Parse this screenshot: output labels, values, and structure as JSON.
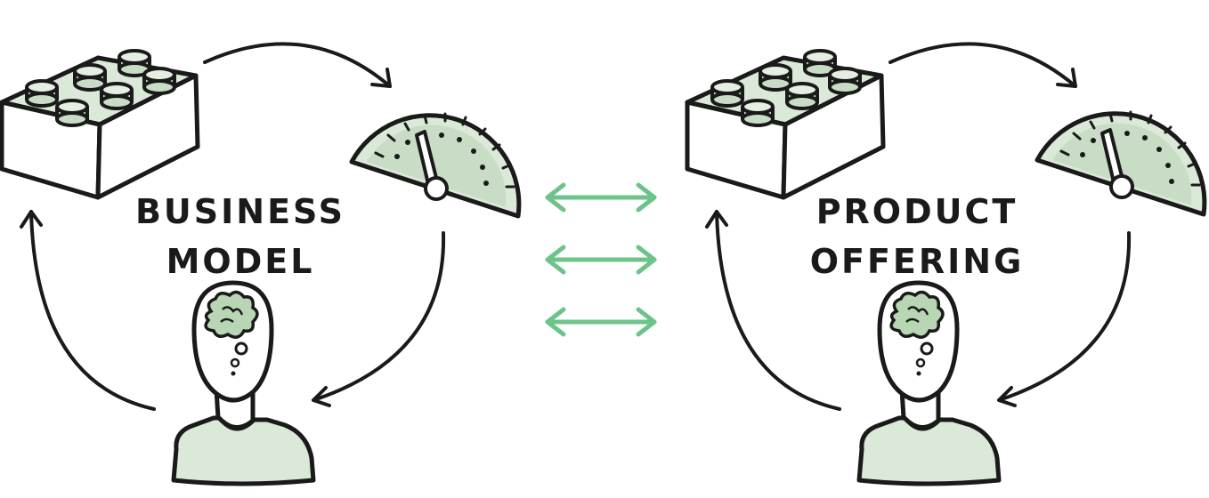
{
  "diagram": {
    "left_cycle": {
      "title_line1": "BUSINESS",
      "title_line2": "MODEL"
    },
    "right_cycle": {
      "title_line1": "PRODUCT",
      "title_line2": "OFFERING"
    },
    "connectors": {
      "count": 3,
      "style": "double-headed arrow"
    },
    "colors": {
      "ink": "#1a1a1a",
      "fill_green": "#dbe9d8",
      "fill_green_dark": "#c9ddc6",
      "arrow_green": "#6cc48a"
    },
    "icons": [
      "lego-brick-icon",
      "gauge-meter-icon",
      "thinking-person-icon"
    ]
  }
}
